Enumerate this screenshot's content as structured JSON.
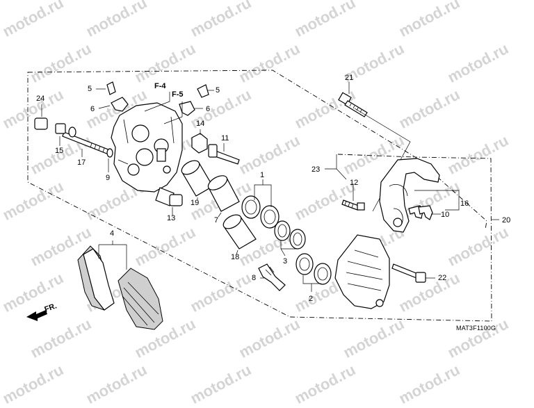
{
  "watermark_text": "motod.ru",
  "front_label": "FR.",
  "figure_code": "MAT3F1100G",
  "references": {
    "f4": "F-4",
    "f5": "F-5"
  },
  "callouts": {
    "c1": "1",
    "c2": "2",
    "c3": "3",
    "c4": "4",
    "c5a": "5",
    "c5b": "5",
    "c6a": "6",
    "c6b": "6",
    "c7": "7",
    "c8": "8",
    "c9": "9",
    "c10": "10",
    "c11": "11",
    "c12": "12",
    "c13": "13",
    "c14": "14",
    "c15": "15",
    "c16": "16",
    "c17": "17",
    "c18": "18",
    "c19": "19",
    "c20": "20",
    "c21": "21",
    "c22": "22",
    "c23": "23",
    "c24": "24"
  },
  "colors": {
    "line": "#000000",
    "watermark": "#d4d4d4",
    "background": "#ffffff"
  }
}
